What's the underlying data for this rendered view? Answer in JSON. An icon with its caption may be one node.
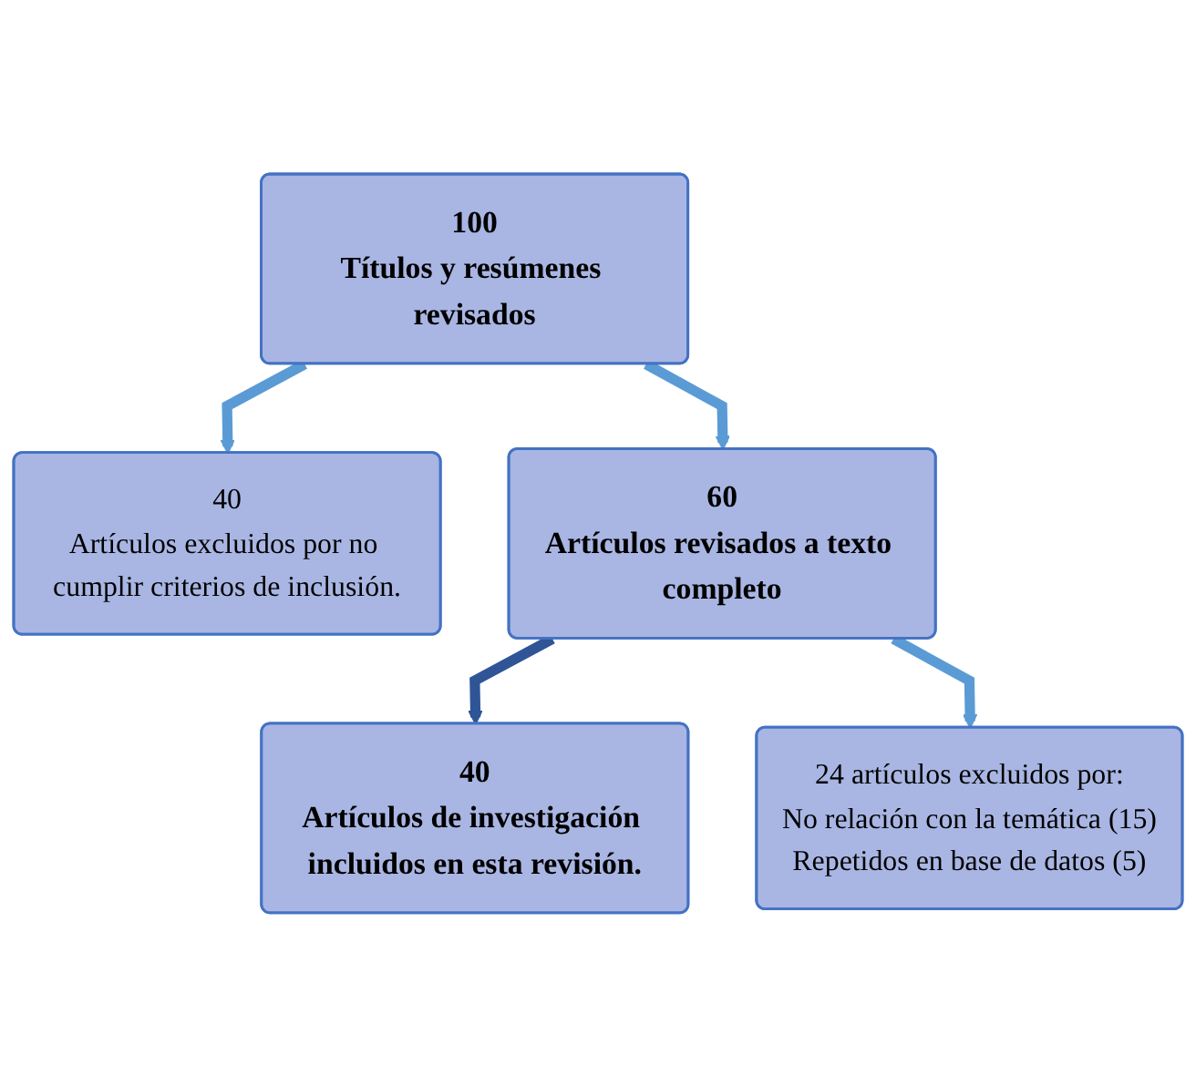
{
  "diagram": {
    "nodes": [
      {
        "text": [
          "100",
          "Títulos y resúmenes revisados"
        ]
      },
      {
        "text": [
          "40",
          "Artículos excluidos por no cumplir criterios de inclusión."
        ]
      },
      {
        "text": [
          "60",
          "Artículos revisados a texto completo"
        ]
      },
      {
        "text": [
          "24 artículos excluidos por:",
          "No relación con la temática (15)",
          "Repetidos en base de datos (5)"
        ]
      },
      {
        "text": [
          "40",
          "Artículos de investigación incluidos en esta revisión."
        ]
      }
    ],
    "edges": [
      {
        "from": 0,
        "to": 2,
        "arrow": "to"
      },
      {
        "from": 0,
        "to": 1,
        "arrow": "to"
      },
      {
        "from": 2,
        "to": 4,
        "arrow": "to",
        "color": "#2f5597"
      },
      {
        "from": 2,
        "to": 3,
        "arrow": "to"
      }
    ]
  }
}
